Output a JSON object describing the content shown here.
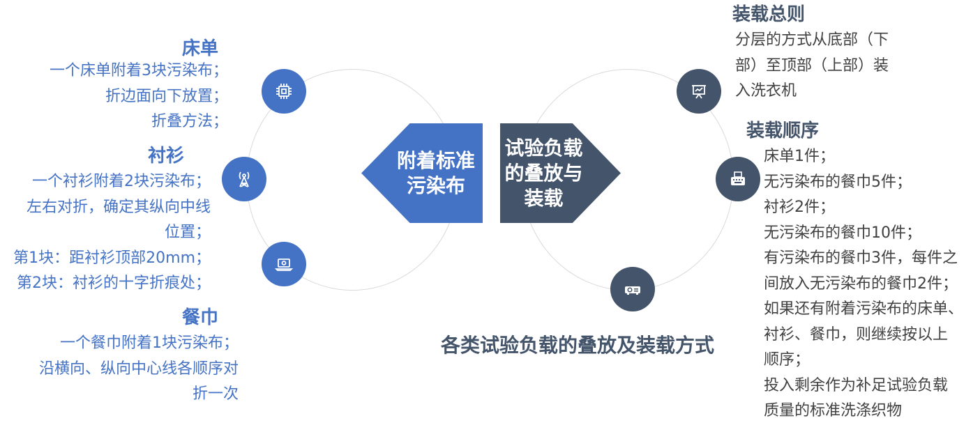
{
  "center": {
    "left_label": "附着标准\n污染布",
    "right_label": "试验负载\n的叠放与\n装载",
    "caption": "各类试验负载的叠放及装载方式"
  },
  "left": {
    "sheet": {
      "title": "床单",
      "lines": [
        "一个床单附着3块污染布；",
        "折边面向下放置；",
        "折叠方法；"
      ]
    },
    "shirt": {
      "title": "衬衫",
      "lines": [
        "一个衬衫附着2块污染布；",
        "左右对折，确定其纵向中线",
        "位置；",
        "第1块：距衬衫顶部20mm；",
        "第2块：衬衫的十字折痕处；"
      ]
    },
    "napkin": {
      "title": "餐巾",
      "lines": [
        "一个餐巾附着1块污染布；",
        "沿横向、纵向中心线各顺序对",
        "折一次"
      ]
    }
  },
  "right": {
    "general": {
      "title": "装载总则",
      "lines": [
        "分层的方式从底部（下",
        "部）至顶部（上部）装",
        "入洗衣机"
      ]
    },
    "order": {
      "title": "装载顺序",
      "lines": [
        "床单1件；",
        "无污染布的餐巾5件；",
        "衬衫2件；",
        "无污染布的餐巾10件；",
        "有污染布的餐巾3件，每件之",
        "间放入无污染布的餐巾2件；",
        "如果还有附着污染布的床单、",
        "衬衫、餐巾，则继续按以上",
        "顺序；",
        "投入剩余作为补足试验负载",
        "质量的标准洗涤织物"
      ]
    }
  },
  "icons": {
    "left": [
      "chip-icon",
      "signal-tower-icon",
      "laptop-icon"
    ],
    "right": [
      "presentation-board-icon",
      "typewriter-icon",
      "projector-icon"
    ]
  },
  "colors": {
    "blue": "#4472c4",
    "dark": "#44546a",
    "text_gray": "#404040"
  }
}
